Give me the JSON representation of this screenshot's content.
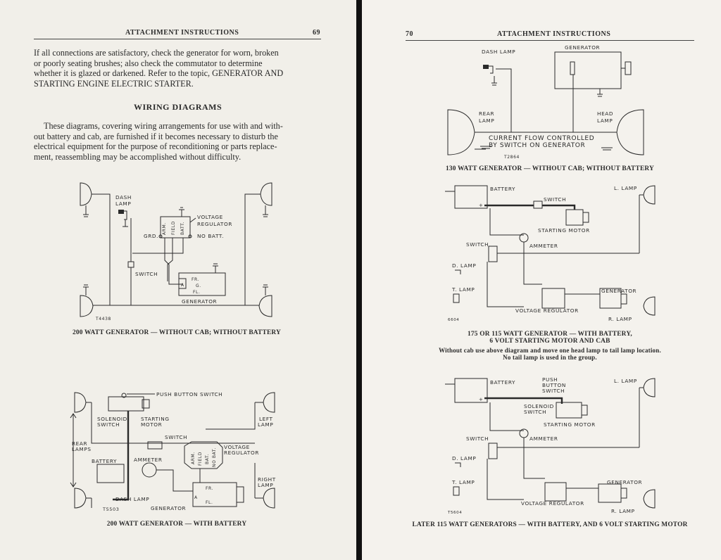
{
  "left_page": {
    "header": "ATTACHMENT INSTRUCTIONS",
    "page_number": "69",
    "intro_lines": [
      "If all connections are satisfactory, check the generator for worn, broken",
      "or poorly seating brushes; also check the commutator to determine",
      "whether it is glazed or darkened. Refer to the topic, GENERATOR AND",
      "STARTING ENGINE ELECTRIC STARTER."
    ],
    "section_heading": "WIRING DIAGRAMS",
    "body_lines": [
      "These diagrams, covering wiring arrangements for use with and with-",
      "out battery and cab, are furnished if it becomes necessary to disturb the",
      "electrical equipment for the purpose of reconditioning or parts replace-",
      "ment, reassembling may be accomplished without difficulty."
    ],
    "diagram1": {
      "labels": {
        "dash": "DASH",
        "lamp": "LAMP",
        "voltage": "VOLTAGE",
        "regulator": "REGULATOR",
        "grd": "GRD.",
        "arm": "ARM.",
        "field": "FIELD",
        "batt": "BATT.",
        "no_batt": "NO BATT.",
        "switch": "SWITCH",
        "fr": "FR.",
        "a": "A",
        "g": "G.",
        "fl": "FL.",
        "generator": "GENERATOR",
        "code": "T4438"
      },
      "caption": "200 WATT GENERATOR — WITHOUT CAB; WITHOUT BATTERY"
    },
    "diagram2": {
      "labels": {
        "push_button_switch": "PUSH BUTTON SWITCH",
        "solenoid": "SOLENOID",
        "switch": "SWITCH",
        "starting": "STARTING",
        "motor": "MOTOR",
        "rear": "REAR",
        "lamps": "LAMPS",
        "left": "LEFT",
        "lamp": "LAMP",
        "switch2": "SWITCH",
        "voltage": "VOLTAGE",
        "regulator": "REGULATOR",
        "arm": "ARM.",
        "field": "FIELD",
        "bat": "BAT.",
        "no_bat": "NO BAT.",
        "battery": "BATTERY",
        "ammeter": "AMMETER",
        "right": "RIGHT",
        "lamp2": "LAMP",
        "dash_lamp": "DASH LAMP",
        "fr": "FR.",
        "a": "A",
        "fl": "FL.",
        "generator": "GENERATOR",
        "code": "T5503"
      },
      "caption": "200 WATT GENERATOR — WITH BATTERY"
    }
  },
  "right_page": {
    "header": "ATTACHMENT INSTRUCTIONS",
    "page_number": "70",
    "diagram3": {
      "labels": {
        "dash_lamp": "DASH LAMP",
        "generator": "GENERATOR",
        "rear": "REAR",
        "lamp": "LAMP",
        "head": "HEAD",
        "lamp2": "LAMP",
        "note1": "CURRENT FLOW CONTROLLED",
        "note2": "BY SWITCH ON GENERATOR",
        "code": "T2864"
      },
      "caption": "130 WATT GENERATOR — WITHOUT CAB; WITHOUT BATTERY"
    },
    "diagram4": {
      "labels": {
        "battery": "BATTERY",
        "l_lamp": "L. LAMP",
        "switch": "SWITCH",
        "starting_motor": "STARTING MOTOR",
        "switch2": "SWITCH",
        "ammeter": "AMMETER",
        "d_lamp": "D. LAMP",
        "t_lamp": "T. LAMP",
        "generator": "GENERATOR",
        "voltage_regulator": "VOLTAGE REGULATOR",
        "r_lamp": "R. LAMP",
        "code": "6604"
      },
      "caption_line1": "175 OR 115 WATT GENERATOR — WITH BATTERY,",
      "caption_line2": "6 VOLT STARTING MOTOR AND CAB",
      "note_line1": "Without cab use above diagram and move one head lamp to tail lamp location.",
      "note_line2": "No tail lamp is used in the group."
    },
    "diagram5": {
      "labels": {
        "battery": "BATTERY",
        "push": "PUSH",
        "button": "BUTTON",
        "switch": "SWITCH",
        "l_lamp": "L. LAMP",
        "solenoid": "SOLENOID",
        "switch_b": "SWITCH",
        "starting_motor": "STARTING MOTOR",
        "switch2": "SWITCH",
        "ammeter": "AMMETER",
        "d_lamp": "D. LAMP",
        "t_lamp": "T. LAMP",
        "generator": "GENERATOR",
        "voltage_regulator": "VOLTAGE REGULATOR",
        "r_lamp": "R. LAMP",
        "code": "T5604"
      },
      "caption": "LATER 115 WATT GENERATORS — WITH BATTERY, AND 6 VOLT STARTING MOTOR"
    }
  }
}
